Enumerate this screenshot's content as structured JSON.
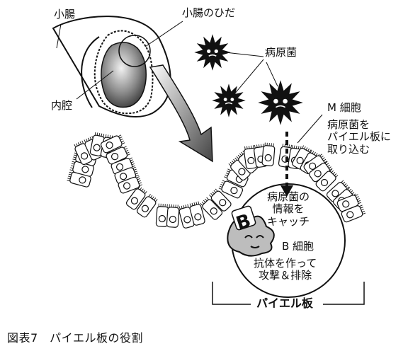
{
  "figure": {
    "caption": "図表7　パイエル板の役割"
  },
  "labels": {
    "small_intestine": "小腸",
    "intestinal_fold": "小腸のひだ",
    "lumen": "内腔",
    "pathogen": "病原菌",
    "m_cell": "M 細胞",
    "m_cell_action": "病原菌を\nパイエル板に\n取り込む",
    "capture_info": "病原菌の\n情報を\nキャッチ",
    "b_cell": "B 細胞",
    "b_cell_action": "抗体を作って\n攻撃＆排除",
    "peyers_patch": "パイエル板",
    "b_letter": "B"
  }
}
